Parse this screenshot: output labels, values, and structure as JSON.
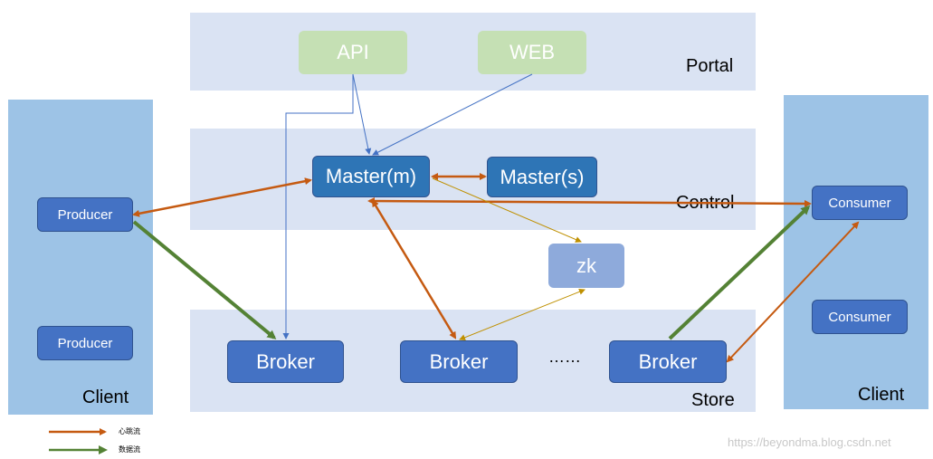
{
  "layers": {
    "portal": "Portal",
    "control": "Control",
    "store": "Store"
  },
  "clients": {
    "left": "Client",
    "right": "Client"
  },
  "nodes": {
    "api": "API",
    "web": "WEB",
    "master_m": "Master(m)",
    "master_s": "Master(s)",
    "zk": "zk",
    "producer1": "Producer",
    "producer2": "Producer",
    "consumer1": "Consumer",
    "consumer2": "Consumer",
    "broker1": "Broker",
    "broker2": "Broker",
    "broker3": "Broker",
    "ellipsis": "……"
  },
  "legend": {
    "heartbeat": "心跳流",
    "data": "数据流"
  },
  "colors": {
    "heartbeat": "#c55a11",
    "data": "#548235",
    "portal_link": "#4472c4",
    "zk_link": "#bf9000"
  },
  "watermark": "https://beyondma.blog.csdn.net"
}
